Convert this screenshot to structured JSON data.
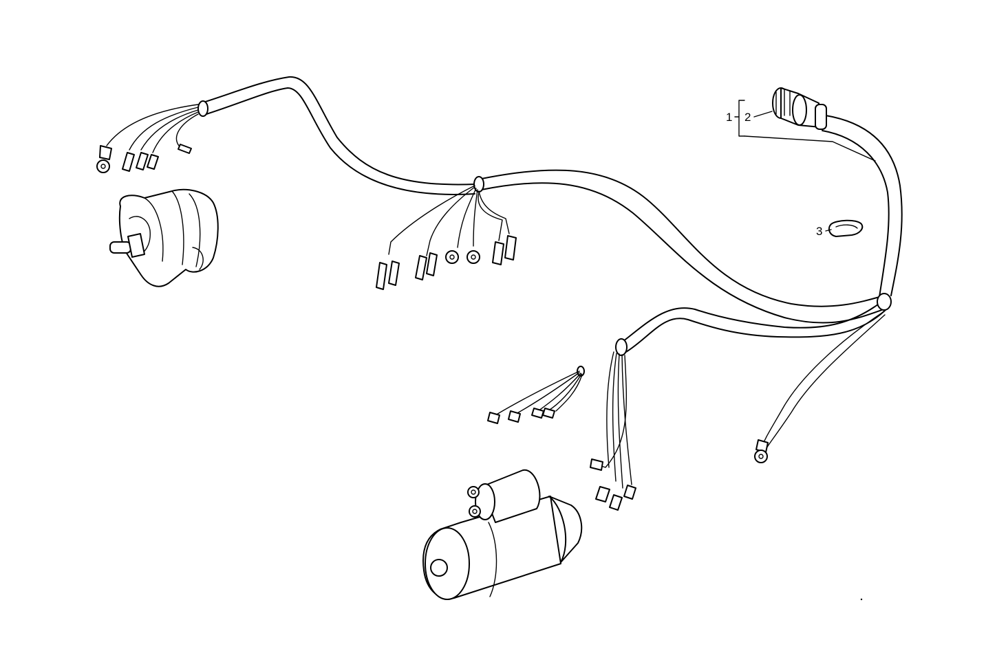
{
  "diagram": {
    "callouts": [
      {
        "id": "1",
        "label": "1"
      },
      {
        "id": "2",
        "label": "2"
      },
      {
        "id": "3",
        "label": "3"
      }
    ],
    "parts": [
      "alternator",
      "starter-motor",
      "wiring-harness",
      "round-connector",
      "cable-clamp"
    ]
  }
}
